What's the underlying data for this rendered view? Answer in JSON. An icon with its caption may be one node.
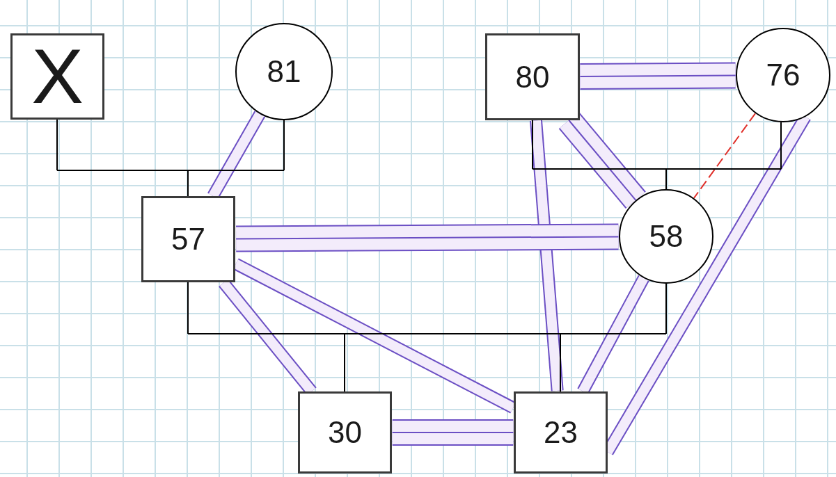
{
  "diagram": {
    "nodes": [
      {
        "text": [
          "X"
        ]
      },
      {
        "text": [
          "81"
        ]
      },
      {
        "text": [
          "80"
        ]
      },
      {
        "text": [
          "76"
        ]
      },
      {
        "text": [
          "57"
        ]
      },
      {
        "text": [
          "58"
        ]
      },
      {
        "text": [
          "30"
        ]
      },
      {
        "text": [
          "23"
        ]
      }
    ],
    "edges": [
      {
        "from": 0,
        "to": 4,
        "arrow": "none",
        "color": "#000000"
      },
      {
        "from": 1,
        "to": 4,
        "arrow": "none",
        "color": "#000000"
      },
      {
        "from": 2,
        "to": 5,
        "arrow": "none",
        "color": "#000000"
      },
      {
        "from": 3,
        "to": 5,
        "arrow": "none",
        "color": "#000000"
      },
      {
        "from": 4,
        "to": 6,
        "arrow": "none",
        "color": "#000000"
      },
      {
        "from": 5,
        "to": 6,
        "arrow": "none",
        "color": "#000000"
      },
      {
        "from": 4,
        "to": 7,
        "arrow": "none",
        "color": "#000000"
      },
      {
        "from": 5,
        "to": 7,
        "arrow": "none",
        "color": "#000000"
      },
      {
        "from": 1,
        "to": 4,
        "arrow": "none"
      },
      {
        "from": 2,
        "to": 3,
        "arrow": "none",
        "style": "thick"
      },
      {
        "from": 2,
        "to": 5,
        "arrow": "none",
        "style": "thick"
      },
      {
        "from": 2,
        "to": 7,
        "arrow": "none"
      },
      {
        "from": 3,
        "to": 5,
        "arrow": "none",
        "style": "dashed",
        "color": "#e0302a"
      },
      {
        "from": 3,
        "to": 7,
        "arrow": "none"
      },
      {
        "from": 4,
        "to": 5,
        "arrow": "none",
        "style": "thick"
      },
      {
        "from": 4,
        "to": 6,
        "arrow": "none"
      },
      {
        "from": 4,
        "to": 7,
        "arrow": "none"
      },
      {
        "from": 5,
        "to": 7,
        "arrow": "none"
      },
      {
        "from": 6,
        "to": 7,
        "arrow": "none",
        "style": "thick"
      }
    ]
  }
}
